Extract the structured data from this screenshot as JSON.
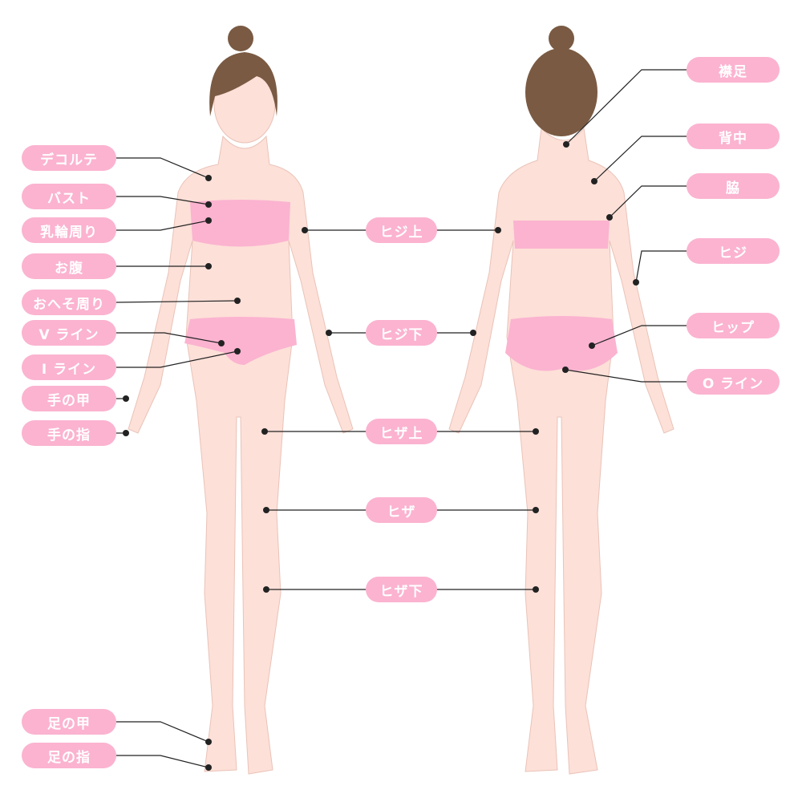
{
  "colors": {
    "pill": "#fbb3d0",
    "skin": "#fde0d8",
    "underwear": "#fbb3d0",
    "hair": "#7a5a43",
    "line": "#222222"
  },
  "front_labels": {
    "decollete": "デコルテ",
    "bust": "バスト",
    "areola": "乳輪周り",
    "belly": "お腹",
    "navel": "おへそ周り",
    "v_line": "V ライン",
    "i_line": "I ライン",
    "back_of_hand": "手の甲",
    "fingers": "手の指",
    "top_of_foot": "足の甲",
    "toes": "足の指"
  },
  "center_labels": {
    "upper_elbow": "ヒジ上",
    "lower_elbow": "ヒジ下",
    "upper_knee": "ヒザ上",
    "knee": "ヒザ",
    "lower_knee": "ヒザ下"
  },
  "back_labels": {
    "nape": "襟足",
    "back": "背中",
    "armpit": "脇",
    "elbow": "ヒジ",
    "hip": "ヒップ",
    "o_line": "O ライン"
  }
}
